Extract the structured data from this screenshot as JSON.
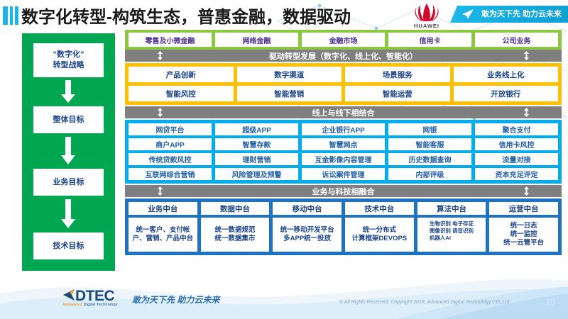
{
  "header": {
    "title": "数字化转型-构筑生态，普惠金融，数据驱动",
    "brand": "HUAWEI",
    "banner_slogan": "敢为天下先 助力云未来",
    "title_accent_color": "#19b5e6",
    "banner_color": "#13a9dd"
  },
  "sidebar": {
    "bg_color": "#00a650",
    "items": [
      {
        "label": "“数字化”\n转型战略",
        "line1": "“数字化”",
        "line2": "转型战略"
      },
      {
        "label": "整体目标"
      },
      {
        "label": "业务目标"
      },
      {
        "label": "技术目标"
      }
    ]
  },
  "bands": {
    "green": {
      "color": "#8dc63f",
      "cells": [
        "零售及小微金融",
        "网络金融",
        "金融市场",
        "信用卡",
        "公司业务"
      ]
    },
    "head_drive": "驱动转型发展（数字化、线上化、智能化）",
    "orange": {
      "color": "#ffc000",
      "rows": [
        [
          "产品创新",
          "数字渠道",
          "场景服务",
          "业务线上化"
        ],
        [
          "智能风控",
          "智能营销",
          "智能运营",
          "开放银行"
        ]
      ]
    },
    "head_online_offline": "线上与线下相结合",
    "blue": {
      "color": "#00aeef",
      "rows": [
        [
          "网贷平台",
          "超级APP",
          "企业银行APP",
          "网银",
          "聚合支付"
        ],
        [
          "商户APP",
          "智慧存款",
          "智慧网点",
          "智能客服",
          "信用卡风控"
        ],
        [
          "传统贷款风控",
          "理财营销",
          "互金影像内容管理",
          "历史数据查询",
          "流量对接"
        ],
        [
          "互联网综合营销",
          "风险管理及预警",
          "诉讼案件管理",
          "内部评级",
          "资本充足评定"
        ]
      ]
    },
    "head_business_tech": "业务与科技相融合",
    "navy": {
      "color": "#1f71c1",
      "columns": [
        {
          "head": "业务中台",
          "body": "统一客户、支付帐户、营销、产品中台"
        },
        {
          "head": "数据中台",
          "body": "统一数据规范\n统一数据集市"
        },
        {
          "head": "移动中台",
          "body": "统一移动开发平台\n多APP统一投放"
        },
        {
          "head": "技术中台",
          "body": "统一分布式\n计算框架DEVOPS"
        },
        {
          "head": "算法中台",
          "body": "生物识别 电子存证\n图像识别 语音识别\n机器人AI",
          "tiny": true
        },
        {
          "head": "运营中台",
          "body": "统一日志\n统一监控\n统一云管平台"
        }
      ]
    }
  },
  "footer": {
    "logo_word": "DTEC",
    "logo_sub_bold": "Advanced",
    "logo_sub_rest": " Digital Technology",
    "slogan": "敢为天下先   助力云未来",
    "copyright": "© All Rights Reserved, Copyright 2019, Advanced Digital Technology CO.,Ltd",
    "page_number": "10"
  }
}
